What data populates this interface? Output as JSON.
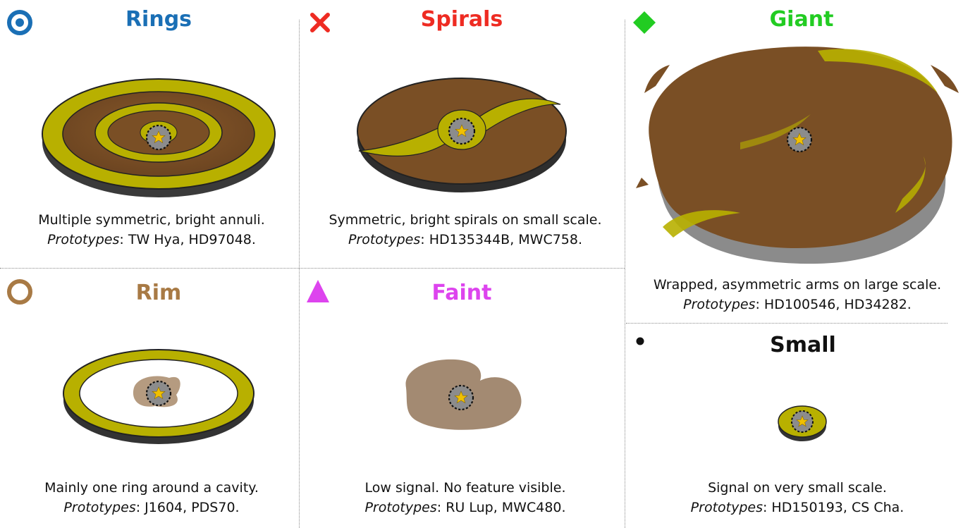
{
  "colors": {
    "rings": "#1a6fb5",
    "spirals": "#ee2b22",
    "giant": "#22cc22",
    "rim": "#a87a45",
    "faint": "#dd44ee",
    "small": "#111111",
    "dust_yellow": "#b8b000",
    "disk_brown": "#7a4f25",
    "rim_shadow": "#3a3a3a",
    "star_fill": "#8c8c8c",
    "star_core": "#f0c000"
  },
  "categories": [
    {
      "key": "rings",
      "marker_icon": "target-circle-icon",
      "title": "Rings",
      "caption_line1": "Multiple symmetric, bright annuli.",
      "proto_label": "Prototypes",
      "proto_values": ": TW Hya, HD97048."
    },
    {
      "key": "spirals",
      "marker_icon": "x-cross-icon",
      "title": "Spirals",
      "caption_line1": "Symmetric, bright spirals on small scale.",
      "proto_label": "Prototypes",
      "proto_values": ": HD135344B, MWC758."
    },
    {
      "key": "giant",
      "marker_icon": "diamond-icon",
      "title": "Giant",
      "caption_line1": "Wrapped, asymmetric arms on large scale.",
      "proto_label": "Prototypes",
      "proto_values": ": HD100546, HD34282."
    },
    {
      "key": "rim",
      "marker_icon": "open-circle-icon",
      "title": "Rim",
      "caption_line1": "Mainly one ring around a cavity.",
      "proto_label": "Prototypes",
      "proto_values": ": J1604, PDS70."
    },
    {
      "key": "faint",
      "marker_icon": "triangle-icon",
      "title": "Faint",
      "caption_line1": "Low signal. No feature visible.",
      "proto_label": "Prototypes",
      "proto_values": ": RU Lup, MWC480."
    },
    {
      "key": "small",
      "marker_icon": "dot-icon",
      "title": "Small",
      "caption_line1": "Signal on very small scale.",
      "proto_label": "Prototypes",
      "proto_values": ": HD150193, CS Cha."
    }
  ]
}
